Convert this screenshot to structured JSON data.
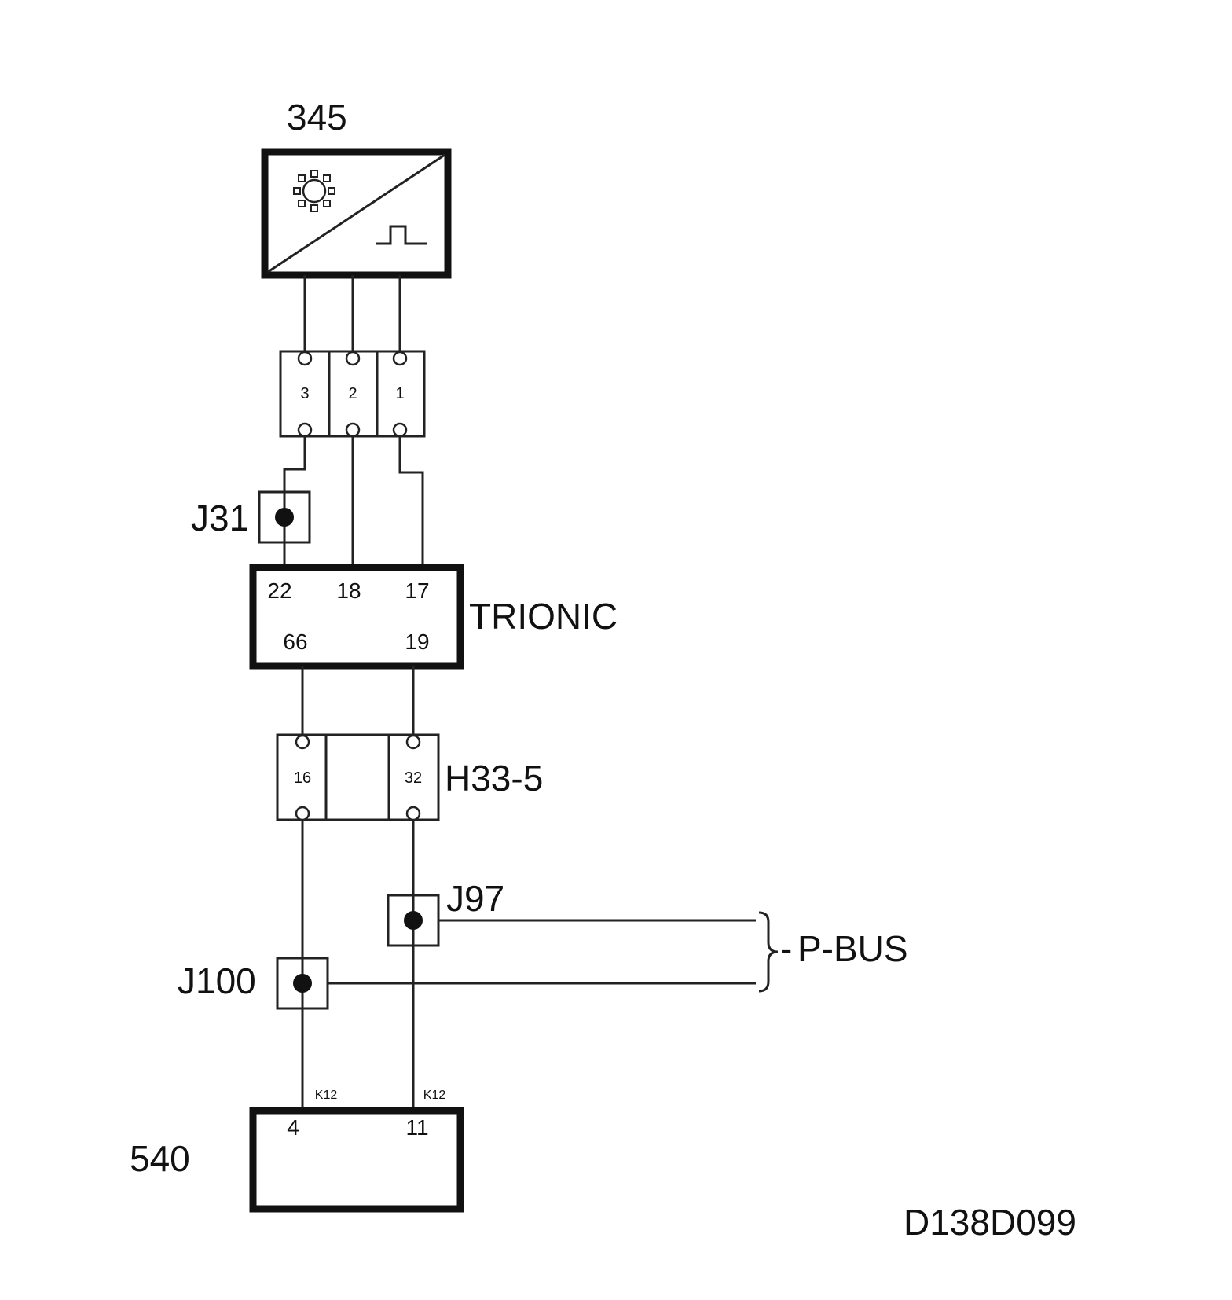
{
  "labels": {
    "sensor_id": "345",
    "ecu_name": "TRIONIC",
    "junction_j31": "J31",
    "junction_j97": "J97",
    "junction_j100": "J100",
    "connector_h33": "H33-5",
    "bus_name": "P-BUS",
    "bus_dash": "-",
    "module_id": "540",
    "drawing_number": "D138D099"
  },
  "sensor_connector_pins": [
    "3",
    "2",
    "1"
  ],
  "ecu_pins": {
    "top": [
      "22",
      "18",
      "17"
    ],
    "bottom": [
      "66",
      "19"
    ]
  },
  "h33_pins": [
    "16",
    "32"
  ],
  "module_540": {
    "pins": [
      "4",
      "11"
    ],
    "pin_tags": [
      "K12",
      "K12"
    ]
  },
  "icons": [
    "crankshaft-gear-icon",
    "square-pulse-icon",
    "junction-dot-icon"
  ],
  "colors": {
    "ink": "#111111",
    "background": "#ffffff"
  }
}
